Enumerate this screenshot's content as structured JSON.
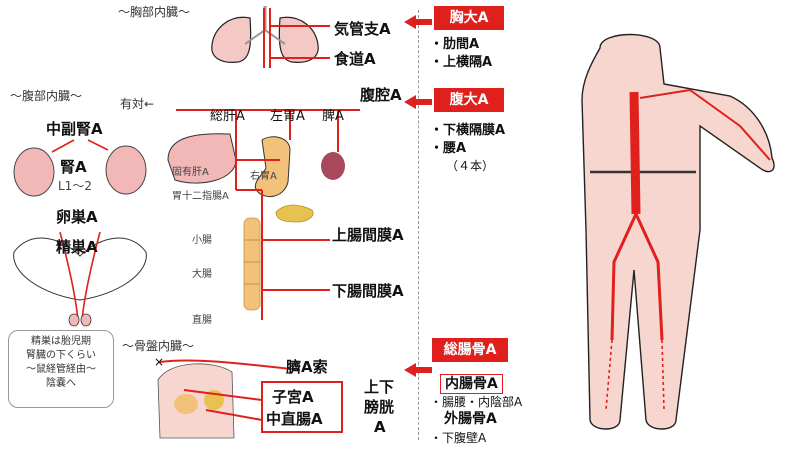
{
  "thoracic": {
    "section_label": "～胸部内臓～",
    "bronchial": "気管支A",
    "esophageal": "食道A"
  },
  "thoracic_aorta": {
    "title": "胸大A",
    "items": [
      "・肋間A",
      "・上横隔A"
    ]
  },
  "abdominal_aorta": {
    "title": "腹大A",
    "items": [
      "・下横隔膜A",
      "・腰A"
    ],
    "note": "（４本）"
  },
  "common_iliac": {
    "title": "総腸骨A",
    "internal": "内腸骨A",
    "internal_sub": "・腸腰・内陰部A",
    "external": "外腸骨A",
    "external_sub": "・下腹壁A"
  },
  "abdominal": {
    "section_label": "～腹部内臓～",
    "paired_label": "有対←",
    "middle_adrenal": "中副腎A",
    "renal": "腎A",
    "renal_level": "L1～2",
    "ovarian": "卵巣A",
    "testicular": "精巣A",
    "celiac": "腹腔A",
    "common_hepatic": "総肝A",
    "left_gastric": "左胃A",
    "splenic": "脾A",
    "proper_hepatic": "固有肝A",
    "right_gastric": "右胃A",
    "gastroduodenal": "胃十二指腸A",
    "small_intestine": "小腸",
    "large_intestine": "大腸",
    "rectum": "直腸",
    "superior_mesenteric": "上腸間膜A",
    "inferior_mesenteric": "下腸間膜A"
  },
  "testis_note": [
    "精巣は胎児期",
    "腎臓の下くらい",
    "～鼠経管経由～",
    "陰嚢へ"
  ],
  "pelvic": {
    "section_label": "～骨盤内臓～",
    "umbilical": "臍A索",
    "uterine": "子宮A",
    "middle_rectal": "中直腸A",
    "vesical": [
      "上下",
      "膀胱",
      "A"
    ]
  },
  "colors": {
    "accent_red": "#e0201c",
    "skin": "#f7d6cf",
    "organ_pink": "#f2b8b8",
    "stomach": "#f3c27a",
    "spleen": "#a9485c"
  }
}
